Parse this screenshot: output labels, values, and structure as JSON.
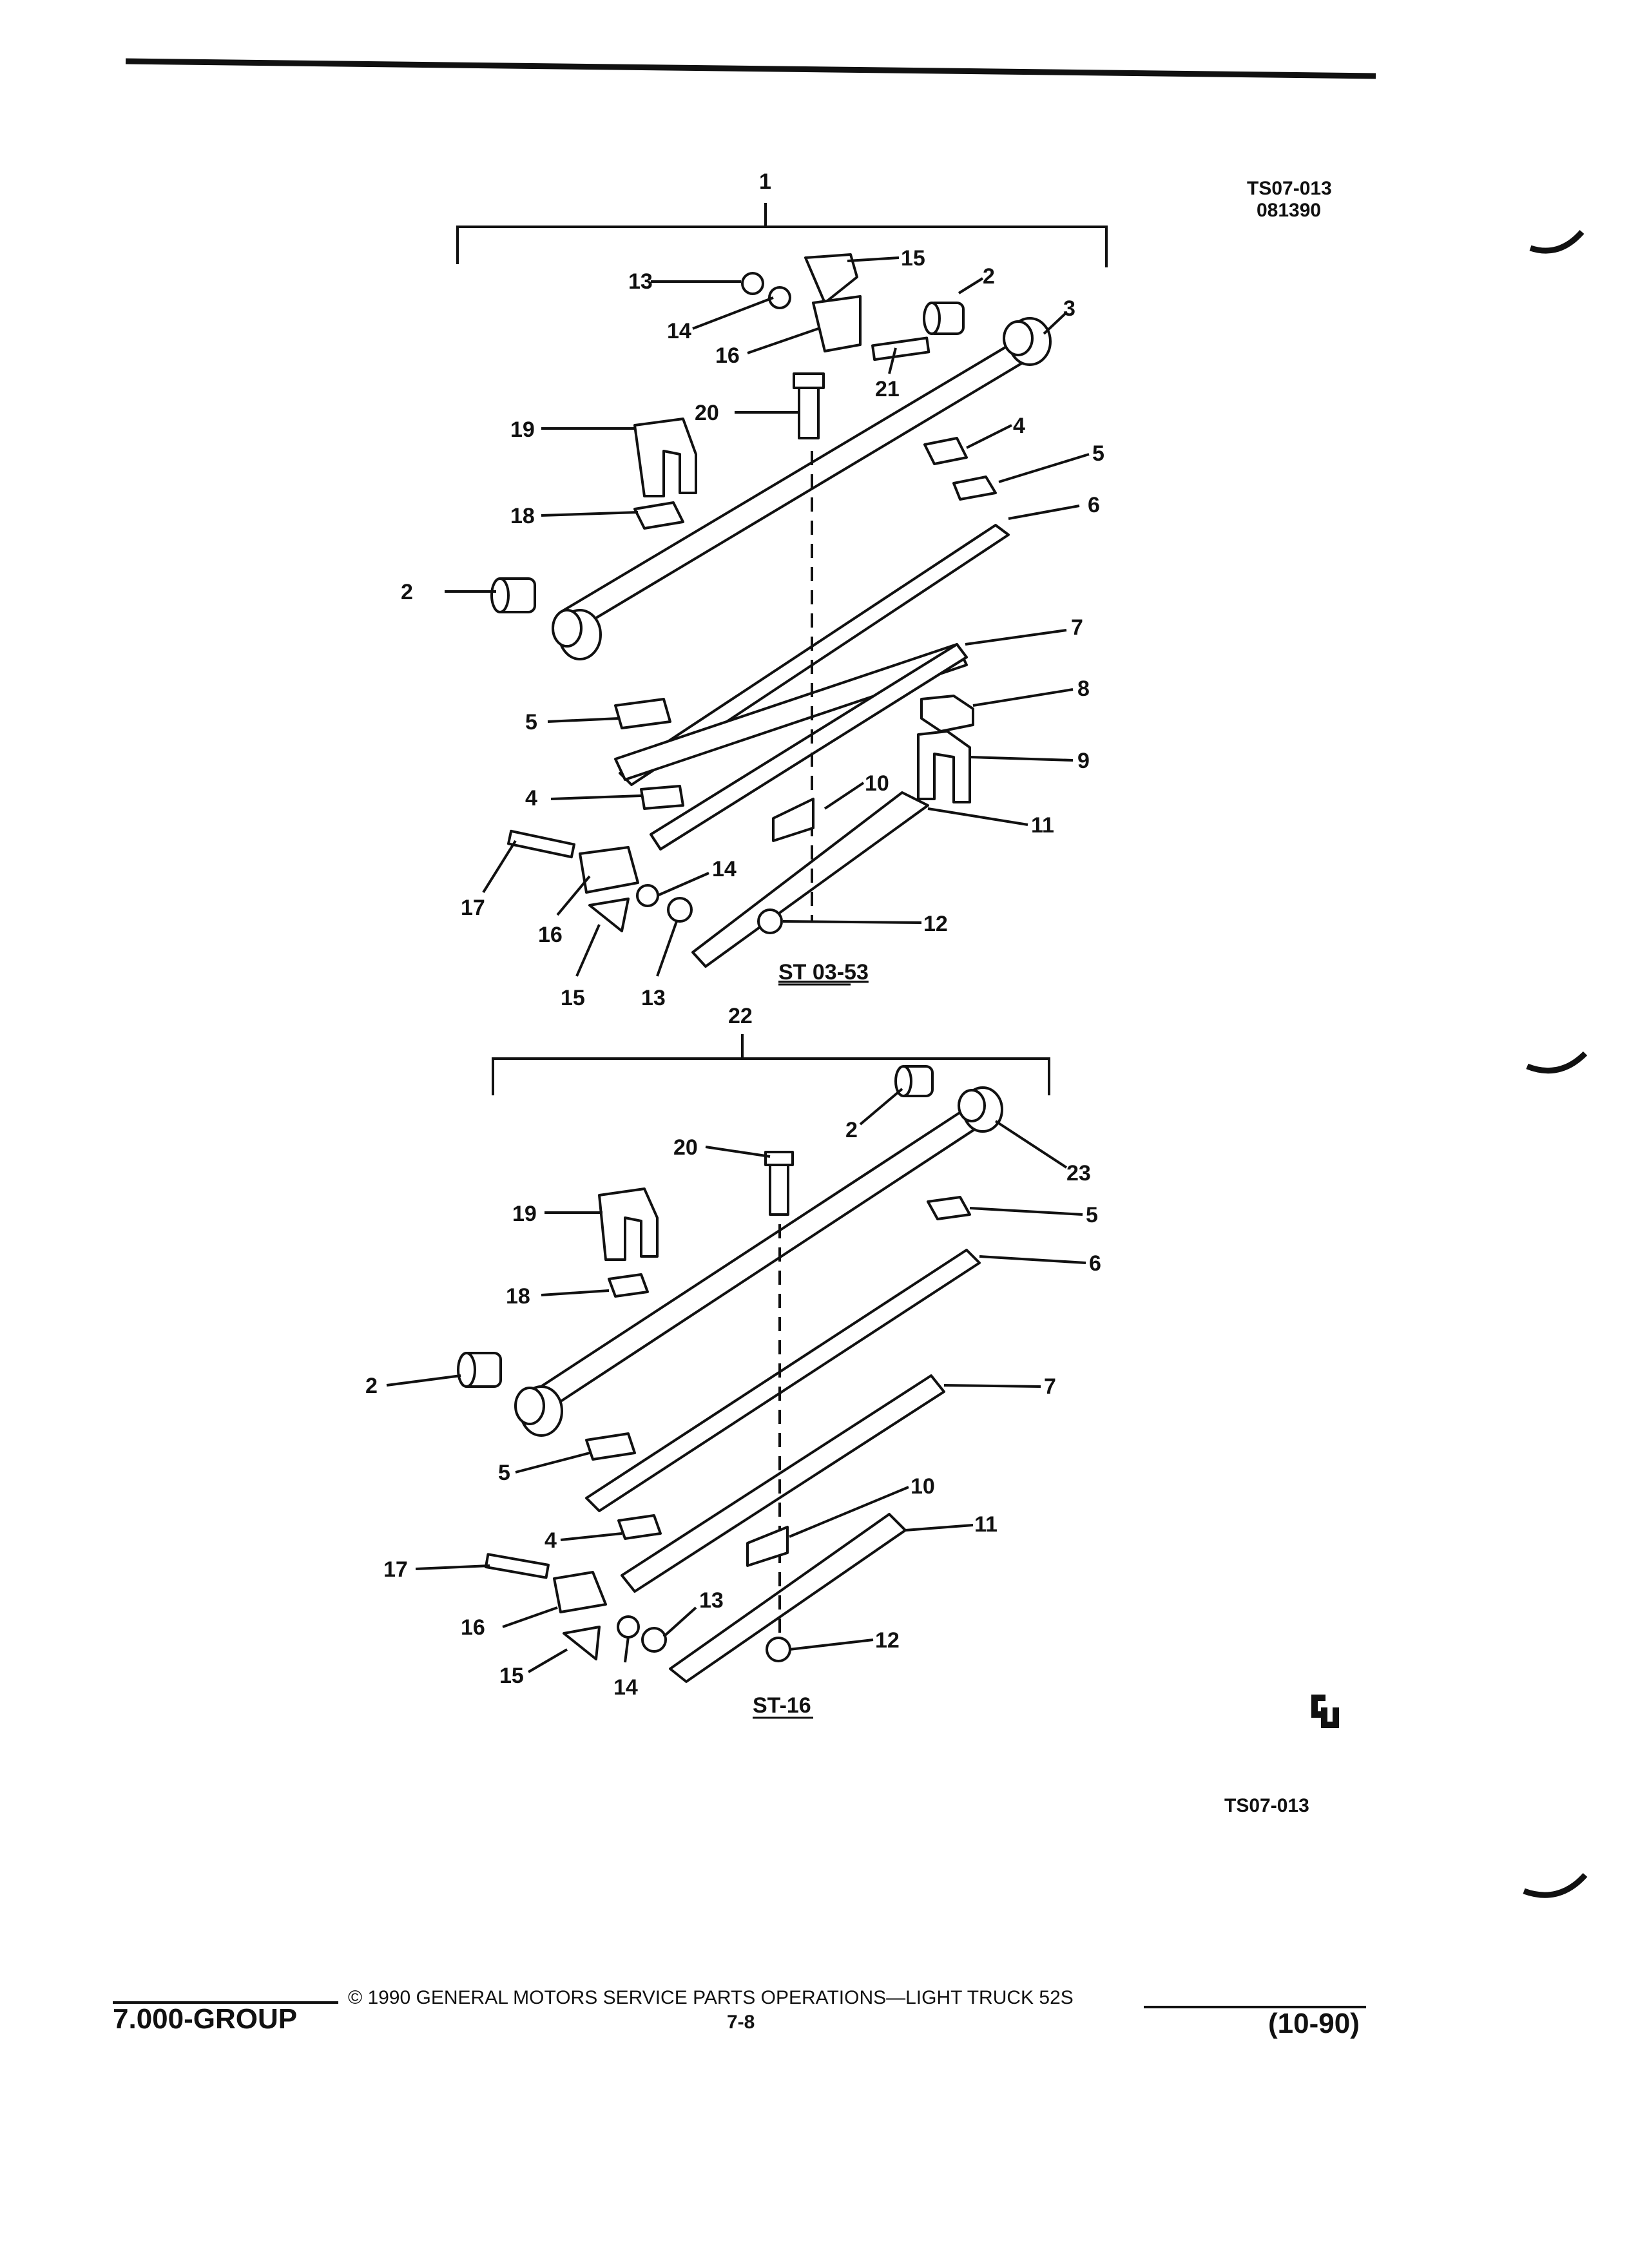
{
  "header": {
    "drawing_code": "TS07-013",
    "drawing_date": "081390"
  },
  "assembly_1": {
    "number": "1",
    "view_label": "ST 03-53",
    "callouts": [
      "13",
      "15",
      "2",
      "3",
      "14",
      "16",
      "21",
      "20",
      "19",
      "4",
      "5",
      "18",
      "6",
      "2",
      "7",
      "5",
      "8",
      "10",
      "9",
      "4",
      "11",
      "17",
      "14",
      "16",
      "12",
      "15",
      "13"
    ]
  },
  "assembly_2": {
    "number": "22",
    "view_label": "ST-16",
    "callouts": [
      "2",
      "20",
      "23",
      "19",
      "5",
      "6",
      "18",
      "2",
      "7",
      "5",
      "10",
      "11",
      "4",
      "17",
      "13",
      "16",
      "12",
      "15",
      "14"
    ]
  },
  "page": {
    "drawing_code_bottom": "TS07-013",
    "logo_glyph": "ꟼ"
  },
  "footer": {
    "group": "7.000-GROUP",
    "copyright": "© 1990 GENERAL MOTORS SERVICE PARTS OPERATIONS—LIGHT TRUCK 52S",
    "page_number": "7-8",
    "revision": "(10-90)"
  }
}
